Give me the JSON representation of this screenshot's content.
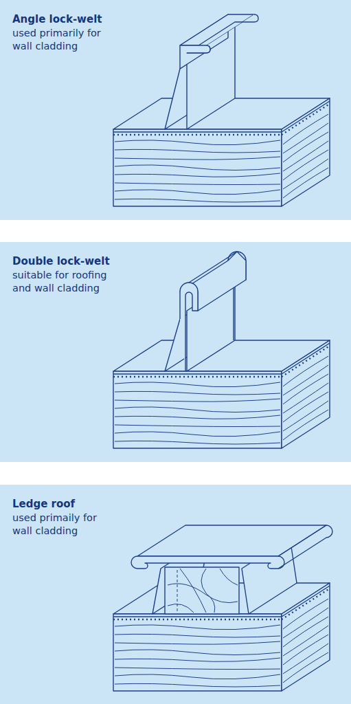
{
  "diagram": {
    "nodes": [
      {
        "text": [
          "Angle lock-welt",
          "used primarily for wall cladding"
        ]
      },
      {
        "text": [
          "Double lock-welt",
          "suitable for roofing and wall cladding"
        ]
      },
      {
        "text": [
          "Ledge roof",
          "used primaily for wall cladding"
        ]
      }
    ]
  }
}
